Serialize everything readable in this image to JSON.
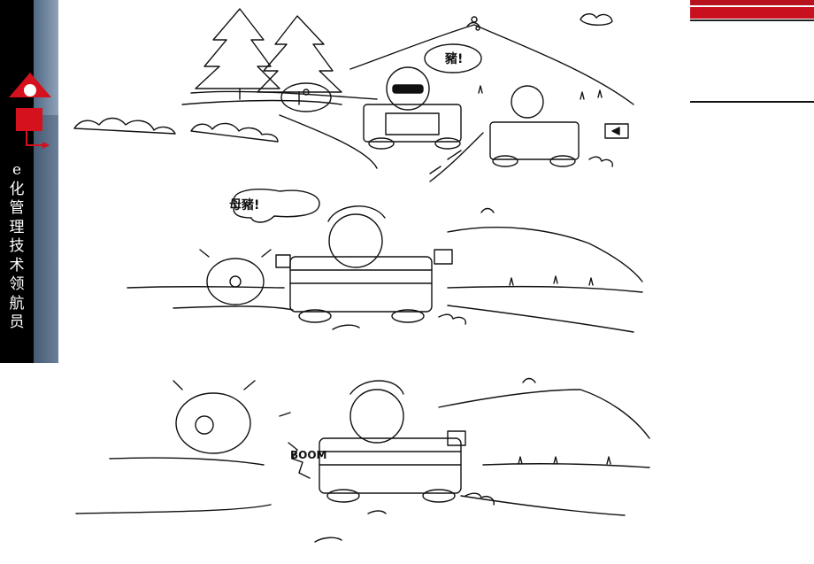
{
  "sidebar": {
    "vertical_title": [
      "e",
      "化",
      "管",
      "理",
      "技",
      "术",
      "领",
      "航",
      "员"
    ]
  },
  "comic": {
    "panel1": {
      "speech": "豬!"
    },
    "panel2": {
      "speech": "母豬!"
    },
    "panel3": {
      "sound": "BOOM"
    }
  },
  "colors": {
    "accent_red": "#c8101e",
    "sidebar_dark": "#1d2a3c"
  }
}
